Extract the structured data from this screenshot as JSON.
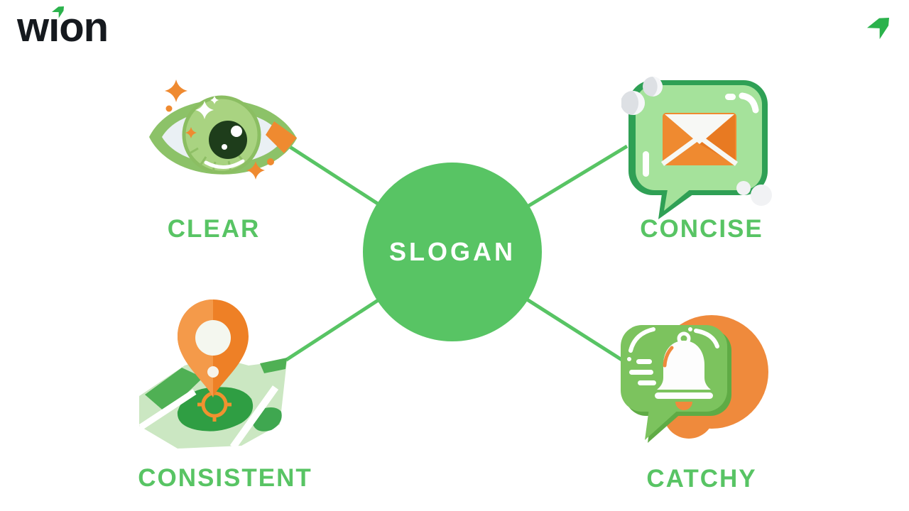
{
  "brand": {
    "logo_part1": "w",
    "logo_part2": "ı",
    "logo_part3": "on",
    "logo_name": "wion"
  },
  "center": {
    "label": "SLOGAN"
  },
  "nodes": [
    {
      "id": "clear",
      "label": "CLEAR",
      "icon": "eye"
    },
    {
      "id": "concise",
      "label": "CONCISE",
      "icon": "speech-bubble-envelope"
    },
    {
      "id": "consistent",
      "label": "CONSISTENT",
      "icon": "map-with-location-pin"
    },
    {
      "id": "catchy",
      "label": "CATCHY",
      "icon": "speech-bubble-bell"
    }
  ],
  "icons": {
    "logo_accent": "green-arrow-up-right",
    "header_arrow": "green-arrow-up-right"
  },
  "colors": {
    "green": "#58C464",
    "green_dark": "#2FA055",
    "green_mid": "#7CC35E",
    "green_map": "#47AB4F",
    "green_pale": "#CDE8C4",
    "green_bubble": "#A5E29B",
    "orange": "#EF8A30",
    "orange_dark": "#E87A22",
    "ink": "#15191E"
  }
}
